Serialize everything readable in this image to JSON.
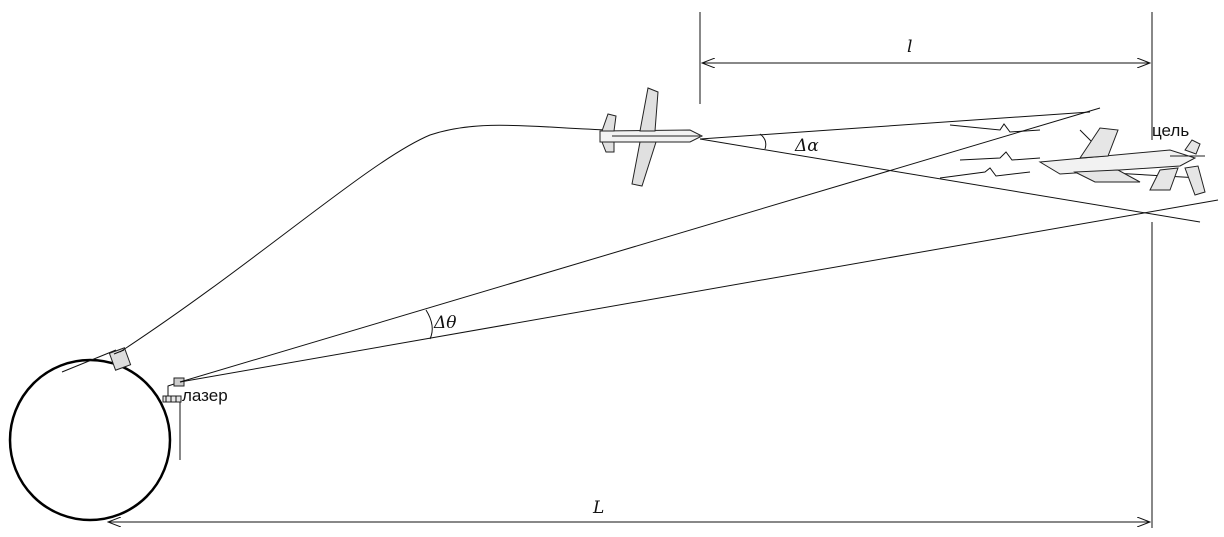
{
  "labels": {
    "laser": "лазер",
    "target": "цель",
    "delta_alpha": "Δα",
    "delta_theta": "Δθ",
    "small_l": "l",
    "big_l": "L"
  },
  "colors": {
    "line": "#111111",
    "craft_fill": "#f2f2f2",
    "background": "#ffffff"
  },
  "icons": {
    "missile": "missile-icon",
    "drone": "drone-target-icon",
    "laser_emitter": "laser-emitter-icon",
    "tracker": "tracker-icon"
  }
}
